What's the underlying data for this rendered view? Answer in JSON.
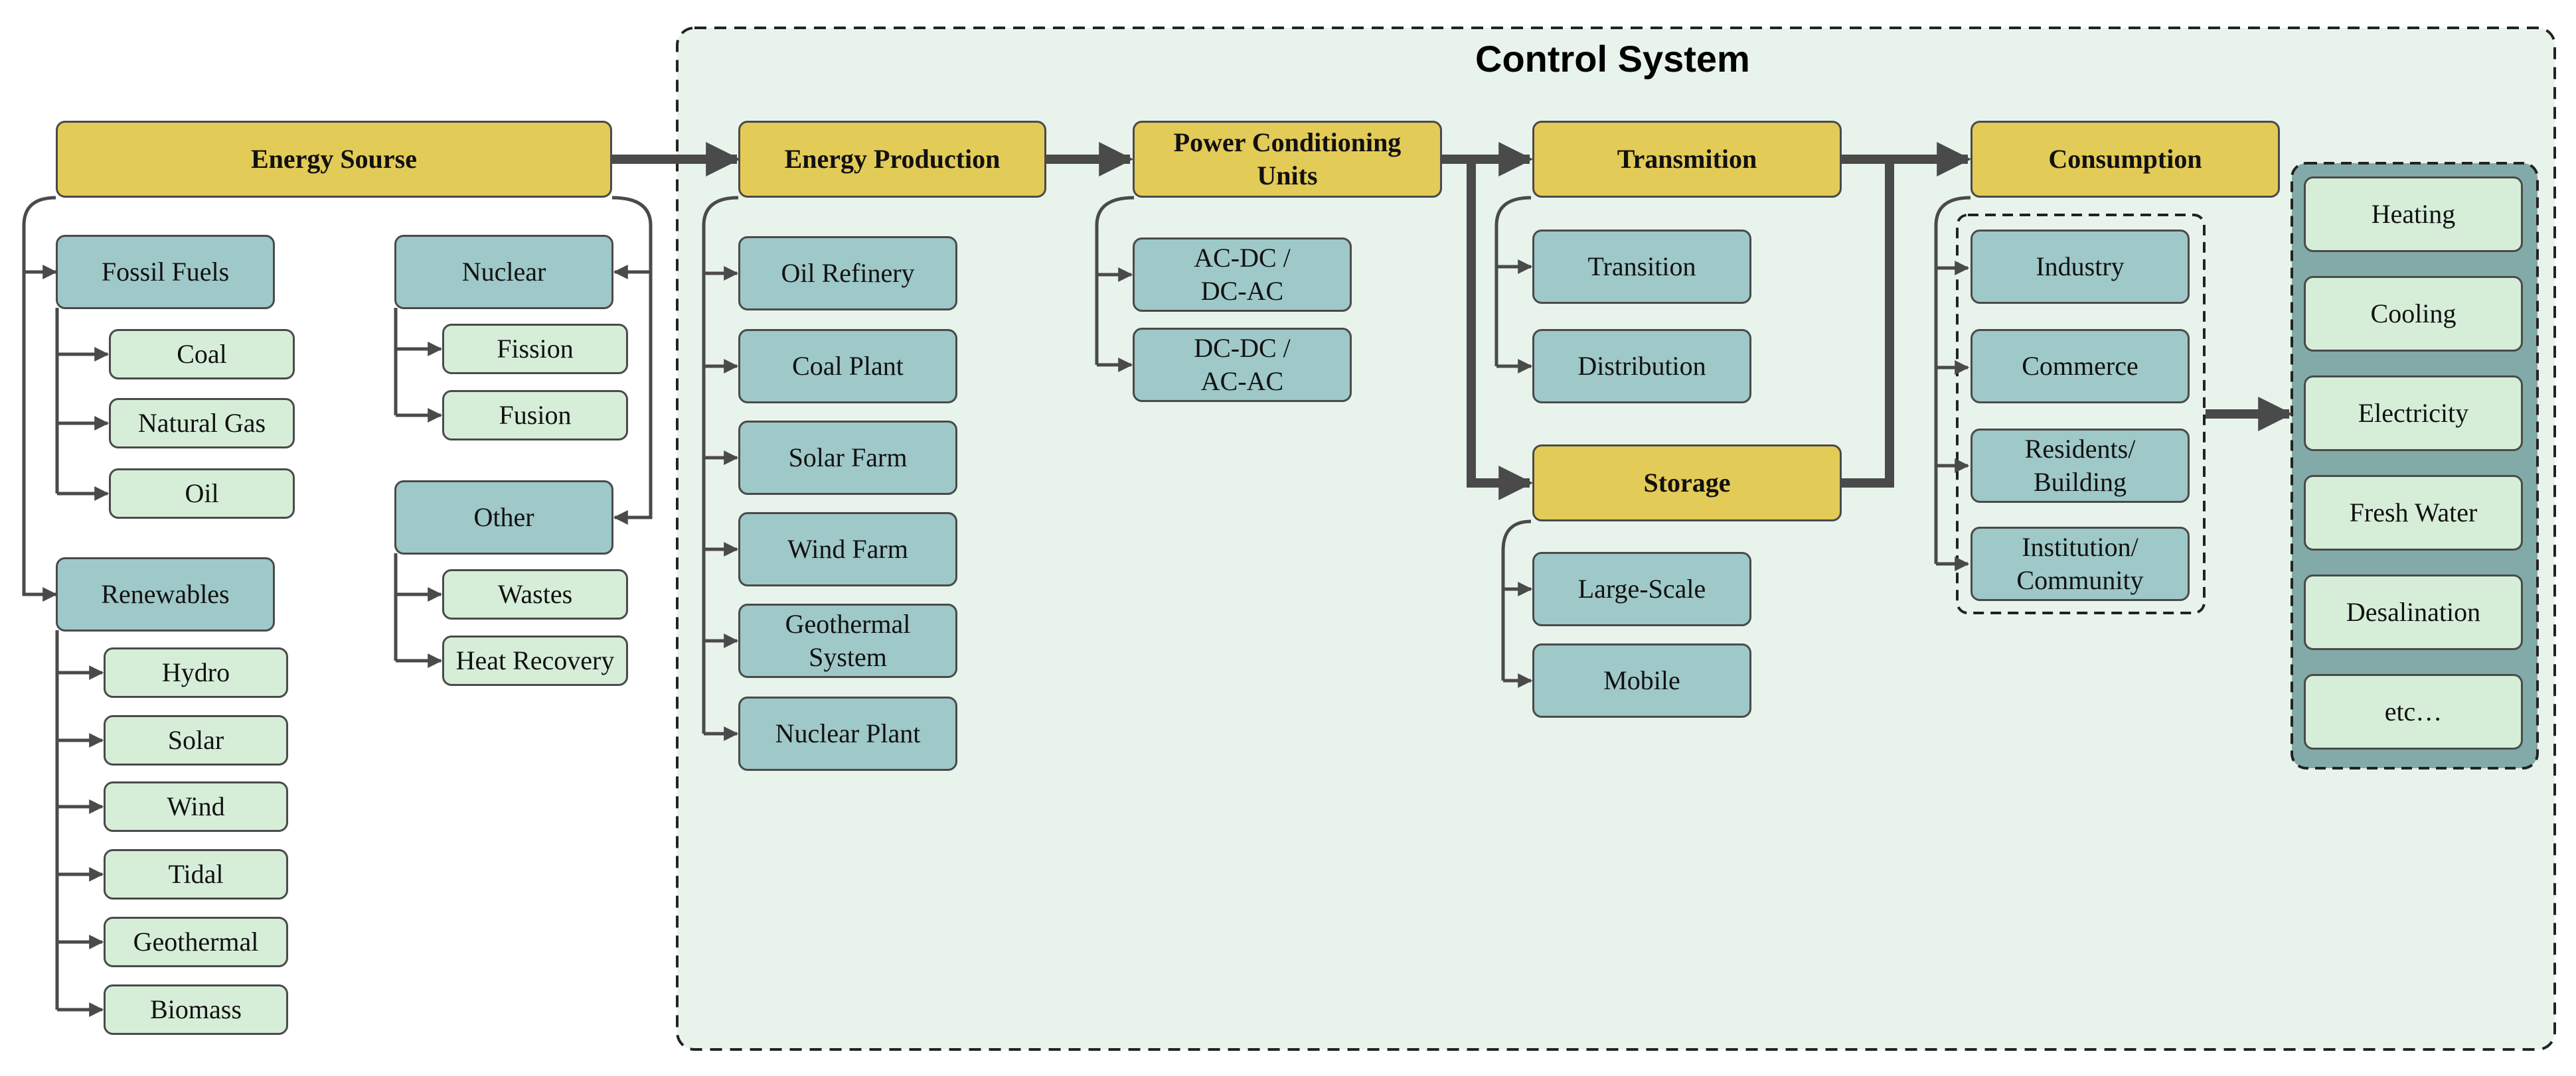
{
  "control_system": {
    "title": "Control System"
  },
  "energy_source": {
    "title": "Energy Sourse",
    "fossil_fuels": {
      "label": "Fossil Fuels",
      "items": [
        "Coal",
        "Natural Gas",
        "Oil"
      ]
    },
    "renewables": {
      "label": "Renewables",
      "items": [
        "Hydro",
        "Solar",
        "Wind",
        "Tidal",
        "Geothermal",
        "Biomass"
      ]
    },
    "nuclear": {
      "label": "Nuclear",
      "items": [
        "Fission",
        "Fusion"
      ]
    },
    "other": {
      "label": "Other",
      "items": [
        "Wastes",
        "Heat Recovery"
      ]
    }
  },
  "energy_production": {
    "title": "Energy Production",
    "items": [
      "Oil Refinery",
      "Coal Plant",
      "Solar Farm",
      "Wind Farm",
      "Geothermal\nSystem",
      "Nuclear Plant"
    ]
  },
  "power_conditioning": {
    "title": "Power Conditioning\nUnits",
    "items": [
      "AC-DC /\nDC-AC",
      "DC-DC /\nAC-AC"
    ]
  },
  "transmission": {
    "title": "Transmition",
    "items": [
      "Transition",
      "Distribution"
    ]
  },
  "storage": {
    "title": "Storage",
    "items": [
      "Large-Scale",
      "Mobile"
    ]
  },
  "consumption": {
    "title": "Consumption",
    "sectors": [
      "Industry",
      "Commerce",
      "Residents/\nBuilding",
      "Institution/\nCommunity"
    ],
    "uses": [
      "Heating",
      "Cooling",
      "Electricity",
      "Fresh Water",
      "Desalination",
      "etc…"
    ]
  },
  "colors": {
    "stage_header": "#e3cb58",
    "category_box": "#9fc8c8",
    "leaf_box": "#d6eed8",
    "control_region": "#e8f3ec",
    "uses_panel": "#82aaa8",
    "arrow": "#4a4a4a"
  }
}
